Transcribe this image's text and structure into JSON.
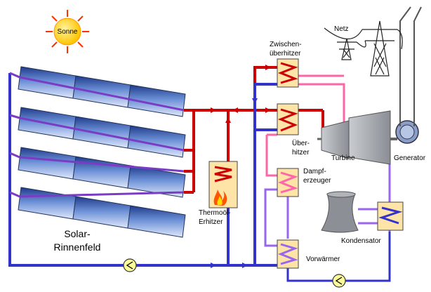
{
  "diagram": {
    "labels": {
      "sun": "Sonne",
      "grid": "Netz",
      "reheater_line1": "Zwischen-",
      "reheater_line2": "überhitzer",
      "superheater_line1": "Über-",
      "superheater_line2": "hitzer",
      "turbine": "Turbine",
      "generator": "Generator",
      "steam_gen_line1": "Dampf-",
      "steam_gen_line2": "erzeuger",
      "heater_line1": "Thermoöl-",
      "heater_line2": "Erhitzer",
      "field_line1": "Solar-",
      "field_line2": "Rinnenfeld",
      "condenser": "Kondensator",
      "preheater": "Vorwärmer"
    },
    "colors": {
      "hot_oil": "#cc0000",
      "cold_oil": "#3333cc",
      "steam": "#ff66aa",
      "water": "#9966ee",
      "sun": "#ffcc00",
      "exchanger": "#ffe4a8",
      "machine": "#a0a4aa"
    },
    "icons": [
      "sun-icon",
      "pylon-icon",
      "pump-icon",
      "flame-icon",
      "cooling-tower-icon"
    ]
  }
}
